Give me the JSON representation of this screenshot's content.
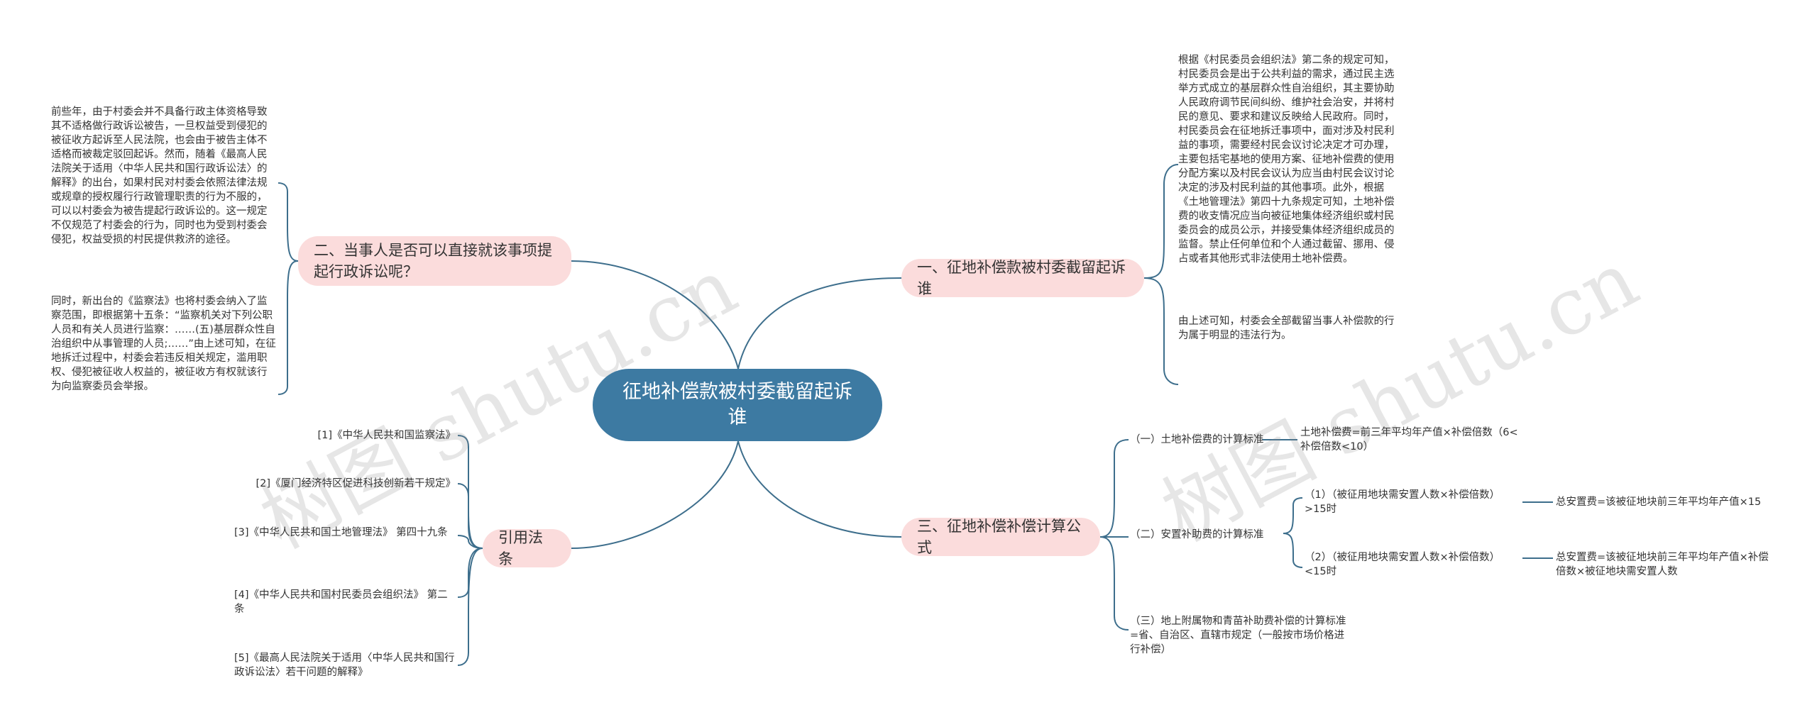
{
  "central": "征地补偿款被村委截留起诉谁",
  "branches": {
    "b1": "一、征地补偿款被村委截留起诉谁",
    "b2": "二、当事人是否可以直接就该事项提起行政诉讼呢？",
    "b3": "三、征地补偿补偿计算公式",
    "b4": "引用法条"
  },
  "b1_paras": [
    "根据《村民委员会组织法》第二条的规定可知，村民委员会是出于公共利益的需求，通过民主选举方式成立的基层群众性自治组织，其主要协助人民政府调节民间纠纷、维护社会治安，并将村民的意见、要求和建议反映给人民政府。同时，村民委员会在征地拆迁事项中，面对涉及村民利益的事项，需要经村民会议讨论决定才可办理，主要包括宅基地的使用方案、征地补偿费的使用分配方案以及村民会议认为应当由村民会议讨论决定的涉及村民利益的其他事项。此外，根据《土地管理法》第四十九条规定可知，土地补偿费的收支情况应当向被征地集体经济组织或村民委员会的成员公示，并接受集体经济组织成员的监督。禁止任何单位和个人通过截留、挪用、侵占或者其他形式非法使用土地补偿费。",
    "由上述可知，村委会全部截留当事人补偿款的行为属于明显的违法行为。"
  ],
  "b2_paras": [
    "前些年，由于村委会并不具备行政主体资格导致其不适格做行政诉讼被告，一旦权益受到侵犯的被征收方起诉至人民法院，也会由于被告主体不适格而被裁定驳回起诉。然而，随着《最高人民法院关于适用〈中华人民共和国行政诉讼法〉的解释》的出台，如果村民对村委会依照法律法规或规章的授权履行行政管理职责的行为不服的，可以以村委会为被告提起行政诉讼的。这一规定不仅规范了村委会的行为，同时也为受到村委会侵犯，权益受损的村民提供救济的途径。",
    "同时，新出台的《监察法》也将村委会纳入了监察范围，即根据第十五条：“监察机关对下列公职人员和有关人员进行监察：……(五)基层群众性自治组织中从事管理的人员;……”由上述可知，在征地拆迁过程中，村委会若违反相关规定，滥用职权、侵犯被征收人权益的，被征收方有权就该行为向监察委员会举报。"
  ],
  "b3_items": {
    "i1": "（一）土地补偿费的计算标准",
    "i1_formula": "土地补偿费=前三年平均年产值×补偿倍数（6<补偿倍数<10）",
    "i2": "（二）安置补助费的计算标准",
    "i2_sub1": "（1）（被征用地块需安置人数×补偿倍数）>15时",
    "i2_sub1_formula": "总安置费=该被征地块前三年平均年产值×15",
    "i2_sub2": "（2）（被征用地块需安置人数×补偿倍数）<15时",
    "i2_sub2_formula": "总安置费=该被征地块前三年平均年产值×补偿倍数×被征地块需安置人数",
    "i3": "（三）地上附属物和青苗补助费补偿的计算标准=省、自治区、直辖市规定（一般按市场价格进行补偿）"
  },
  "b4_refs": [
    "[1]《中华人民共和国监察法》",
    "[2]《厦门经济特区促进科技创新若干规定》",
    "[3]《中华人民共和国土地管理法》 第四十九条",
    "[4]《中华人民共和国村民委员会组织法》 第二条",
    "[5]《最高人民法院关于适用〈中华人民共和国行政诉讼法〉若干问题的解释》"
  ],
  "watermark": "树图 shutu.cn",
  "colors": {
    "central": "#3d7aa2",
    "branch": "#fbdcdc",
    "line": "#3d6e8c"
  }
}
